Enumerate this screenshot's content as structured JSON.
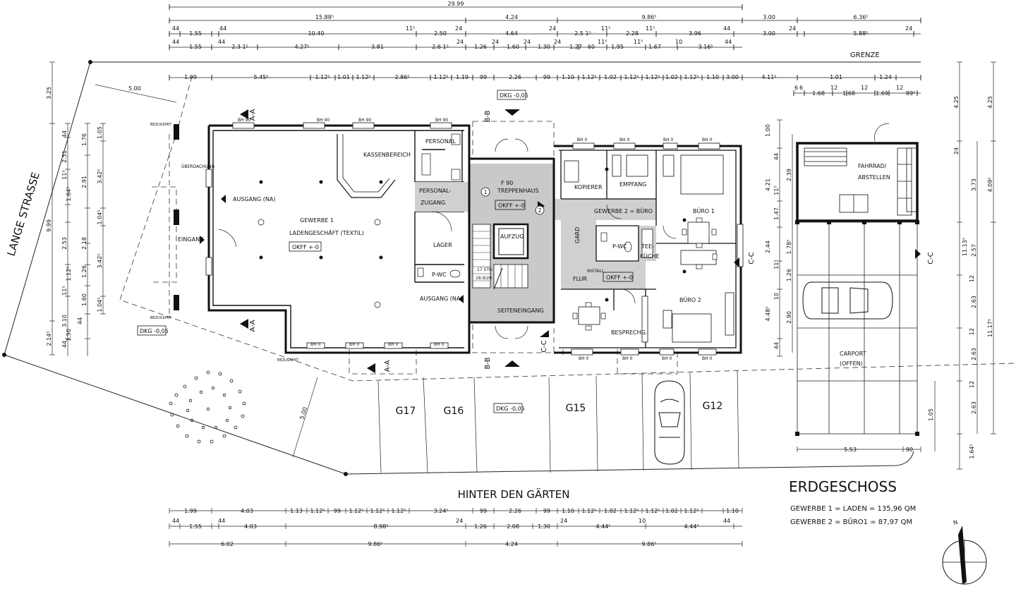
{
  "plan_title": "ERDGESCHOSS",
  "street_left": "LANGE STRASSE",
  "street_bottom": "HINTER DEN GÄRTEN",
  "boundary": "GRENZE",
  "area_line_1": "GEWERBE 1 = LADEN = 135,96 QM",
  "area_line_2": "GEWERBE 2 = BÜRO1 = 87,97 QM",
  "rooms": {
    "gewerbe1": "GEWERBE 1",
    "ladengeschaeft": "LADENGESCHÄFT (TEXTIL)",
    "okff_laden": "OKFF +-0",
    "kassenbereich": "KASSENBEREICH",
    "personal": "PERSONAL",
    "personal_zugang_1": "PERSONAL-",
    "personal_zugang_2": "ZUGANG",
    "lager": "LAGER",
    "p_wc": "P-WC",
    "f90": "F 90",
    "treppenhaus": "TREPPENHAUS",
    "okff_treppe": "OKFF +-0",
    "aufzug": "AUFZUG",
    "stg": "17 STG",
    "stg2": "18.9/26",
    "ausgang_na_left": "AUSGANG (NA)",
    "ausgang_na_mid": "AUSGANG (NA)",
    "eingang": "EINGANG",
    "ueberdachung": "ÜBERDACHUNG",
    "seiteneingang": "SEITENEINGANG",
    "kopierer": "KOPIERER",
    "empfang": "EMPFANG",
    "gewerbe2": "GEWERBE 2 = BÜRO",
    "buero1": "BÜRO 1",
    "buero2": "BÜRO 2",
    "garo": "GARD",
    "p_wc2": "P-WC",
    "tee1": "TEE-",
    "tee2": "KÜCHE",
    "flur": "FLUR",
    "install": "INSTALL.",
    "okff_flur": "OKFF +-0",
    "besprechg": "BESPRECHG.",
    "fahrrad1": "FAHRRAD/",
    "fahrrad2": "ABSTELLEN",
    "carport1": "CARPORT",
    "carport2": "(OFFEN)"
  },
  "sections": {
    "aa": "A-A",
    "bb": "B-B",
    "cc": "C-C"
  },
  "level_tags": {
    "dkg_top": "DKG -0,05",
    "dkg_left": "DKG -0,05",
    "dkg_garage": "DKG -0,05"
  },
  "garages": [
    "G17",
    "G16",
    "G15",
    "G12"
  ],
  "top_dims": {
    "row1": [
      "29.99"
    ],
    "row2": [
      "15.88⁵",
      "4.24",
      "9.86⁵",
      "3.00",
      "6.36⁵"
    ],
    "row3": [
      "44",
      "1.55",
      "44",
      "10.40",
      "11⁵",
      "2.50",
      "24",
      "4.64",
      "24",
      "2.5 1⁵",
      "11⁵",
      "2.28",
      "11⁵",
      "3.96",
      "44",
      "3.00",
      "24",
      "5.88⁵",
      "24"
    ],
    "row4": [
      "44",
      "1.55",
      "44",
      "2.3 1⁵",
      "4.27⁵",
      "3.81",
      "2.6 1⁵",
      "24",
      "1.26",
      "24",
      "1.60",
      "24",
      "1.30",
      "24",
      "1.27",
      "60",
      "11⁵",
      "1.95",
      "11⁵",
      "1.67",
      "10",
      "3.16⁵",
      "44"
    ],
    "row5": [
      "1.99",
      "5.45⁵",
      "1.12⁵",
      "1.01",
      "1.12⁵",
      "2.86⁵",
      "1.12⁵",
      "1.19",
      "99",
      "2.26",
      "99",
      "1.10",
      "1.12⁵",
      "1.02",
      "1.12⁵",
      "1.12⁵",
      "1.02",
      "1.12⁵",
      "1.10",
      "3.00",
      "4.11⁵",
      "1.01",
      "1.24"
    ],
    "row6": [
      "6",
      "6",
      "1.68",
      "12",
      "1.68",
      "12",
      "1.69",
      "12",
      "89⁵"
    ]
  },
  "bottom_dims": {
    "row1": [
      "1.99",
      "4.03",
      "1.13",
      "1.12⁵",
      "99",
      "1.12⁵",
      "1.12⁵",
      "1.12⁵",
      "3.24⁵",
      "99",
      "2.26",
      "99",
      "1.10",
      "1.12⁵",
      "1.02",
      "1.12⁵",
      "1.12⁵",
      "1.02",
      "1.12⁵",
      "1.10"
    ],
    "row2": [
      "44",
      "1.55",
      "44",
      "4.03",
      "8.98⁵",
      "24",
      "1.26",
      "2.08",
      "1.30",
      "24",
      "4.44⁵",
      "10",
      "4.44⁵",
      "44"
    ],
    "row3": [
      "6.02",
      "9.86⁵",
      "4.24",
      "9.86⁵"
    ]
  },
  "left_dims": {
    "col1": [
      "3.25",
      "9.99",
      "2.14⁵"
    ],
    "col2": [
      "44",
      "2.51",
      "11⁵",
      "2.53",
      "11⁵",
      "3.10",
      "44"
    ],
    "col3": [
      "1.64⁵",
      "1.12⁵",
      "1.50"
    ],
    "col4": [
      "1.76",
      "2.91",
      "2.18",
      "1.26",
      "1.60",
      "44"
    ],
    "col5": [
      "1.05",
      "3.42⁵",
      "1.04⁵",
      "3.42⁵",
      "1.04⁵"
    ]
  },
  "right_dims": {
    "col1": [
      "1.00",
      "44",
      "4.21",
      "11⁵",
      "1.47",
      "2.44",
      "11⁵",
      "4.48⁵",
      "44"
    ],
    "col2": [
      "2.39",
      "1.78⁵",
      "1.26",
      "10",
      "2.90"
    ],
    "col3": [
      "4.25",
      "24",
      "11.13⁵",
      "12",
      "12",
      "12",
      "1.64⁵"
    ],
    "col4": [
      "3.73",
      "2.57",
      "2.63",
      "2.63",
      "2.63"
    ],
    "col5": [
      "4.25",
      "4.09⁵",
      "11.17⁵"
    ],
    "carport_bottom": [
      "5.53",
      "90"
    ],
    "carport_side": [
      "1.05"
    ]
  },
  "diag_dims": [
    "5.00",
    "5.00"
  ]
}
